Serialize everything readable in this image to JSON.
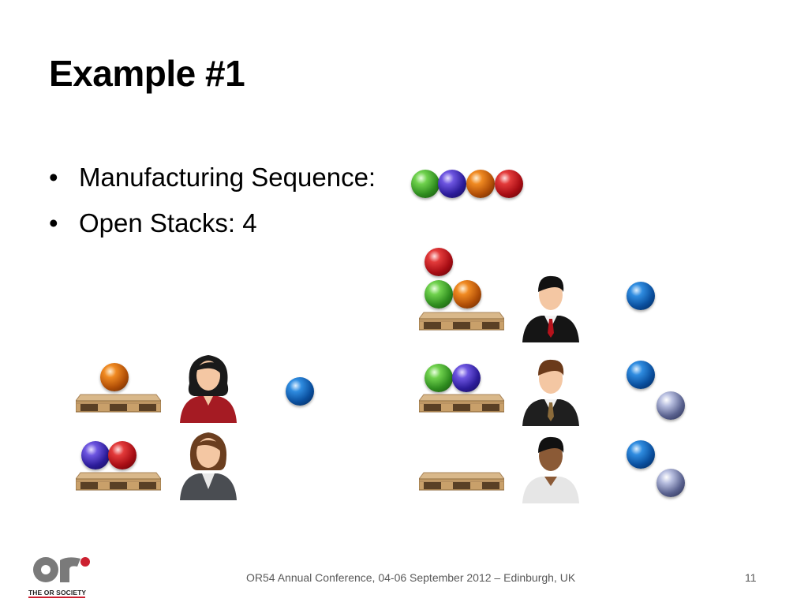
{
  "slide": {
    "title": "Example #1",
    "bullets": [
      {
        "label": "Manufacturing Sequence:"
      },
      {
        "label": "Open Stacks: 4"
      }
    ],
    "manufacturing_sequence": [
      "green",
      "purple",
      "orange",
      "red"
    ]
  },
  "scenes": {
    "left": [
      {
        "pallet_balls": [
          "orange"
        ],
        "person": "woman-dark-hair-red-suit",
        "incoming": [
          "blue"
        ]
      },
      {
        "pallet_balls": [
          "purple",
          "red"
        ],
        "person": "woman-brown-hair-grey-suit",
        "incoming": []
      }
    ],
    "right": [
      {
        "pallet_balls": [
          "green",
          "orange"
        ],
        "top_ball": "red",
        "person": "man-black-suit-red-tie",
        "incoming": [
          "blue"
        ]
      },
      {
        "pallet_balls": [
          "green",
          "purple"
        ],
        "person": "man-brown-hair-suit",
        "incoming": [
          "blue",
          "silver"
        ]
      },
      {
        "pallet_balls": [],
        "person": "man-dark-skin-white-shirt",
        "incoming": [
          "blue",
          "silver"
        ]
      }
    ]
  },
  "colors": {
    "green": "#2f8d1f",
    "purple": "#2c1c9a",
    "orange": "#b14f07",
    "red": "#a80d14",
    "blue": "#0a4f9e",
    "silver": "#5a628f",
    "footer_text": "#595959",
    "logo_red": "#cc2030"
  },
  "footer": {
    "text": "OR54 Annual Conference, 04-06 September 2012 – Edinburgh, UK",
    "page_number": "11",
    "logo_caption": "THE OR SOCIETY"
  }
}
